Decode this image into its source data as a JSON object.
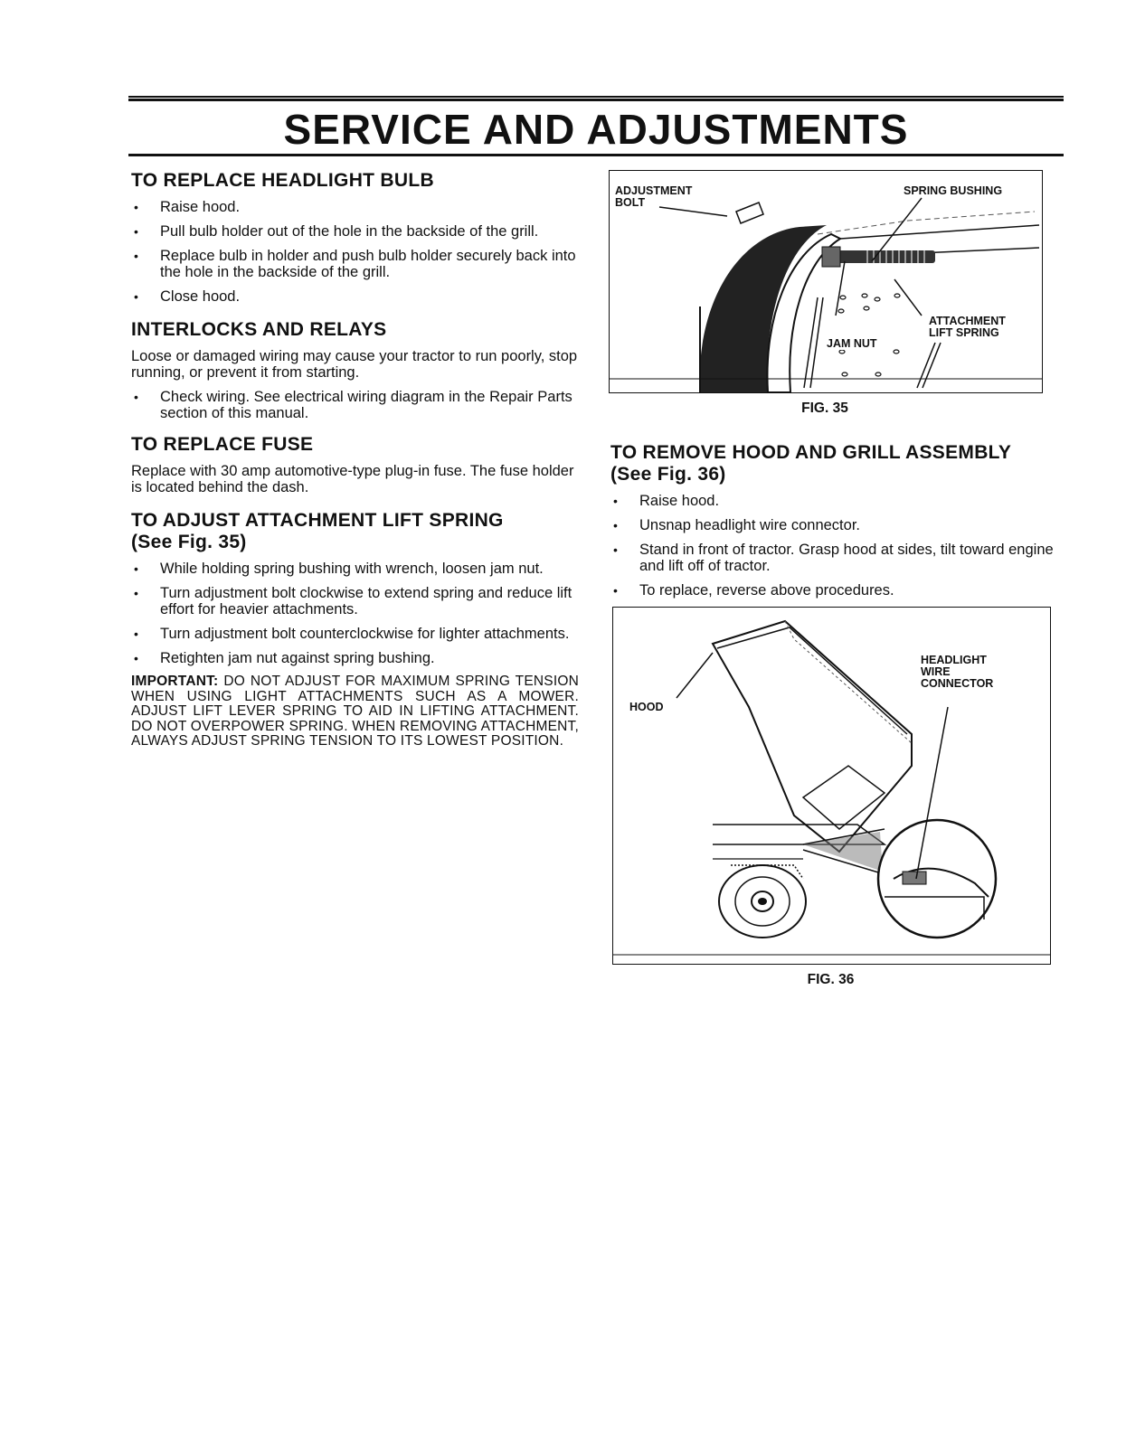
{
  "page_title": "SERVICE AND ADJUSTMENTS",
  "left": {
    "headlight": {
      "heading": "TO REPLACE HEADLIGHT BULB",
      "steps": [
        "Raise hood.",
        "Pull bulb holder out of the hole in the backside of the grill.",
        "Replace bulb in holder and push bulb holder securely back into the hole in the backside of the grill.",
        "Close hood."
      ]
    },
    "interlocks": {
      "heading": "INTERLOCKS AND RELAYS",
      "intro": "Loose or damaged wiring may cause your tractor to run poorly, stop running, or prevent it from starting.",
      "steps": [
        "Check wiring. See electrical wiring diagram in the Repair Parts section of this manual."
      ]
    },
    "fuse": {
      "heading": "TO REPLACE FUSE",
      "text": "Replace with 30 amp automotive-type plug-in fuse. The fuse holder is located behind the dash."
    },
    "spring": {
      "heading": "TO ADJUST ATTACHMENT LIFT SPRING",
      "subheading": "(See Fig. 35)",
      "steps": [
        "While holding spring bushing with wrench, loosen jam nut.",
        "Turn adjustment bolt clockwise to extend spring and reduce lift effort for heavier attachments.",
        "Turn adjustment bolt counterclockwise for lighter attachments.",
        "Retighten jam nut against spring bushing."
      ],
      "important_label": "IMPORTANT:",
      "important_text": "DO NOT ADJUST FOR MAXIMUM SPRING TENSION WHEN USING LIGHT ATTACHMENTS SUCH AS A MOWER. ADJUST LIFT LEVER SPRING TO AID IN LIFTING ATTACHMENT. DO NOT OVERPOWER SPRING. WHEN REMOVING ATTACHMENT, ALWAYS ADJUST SPRING TENSION TO ITS LOWEST POSITION."
    }
  },
  "right": {
    "fig35": {
      "caption": "FIG. 35",
      "labels": {
        "adjustment_bolt_1": "ADJUSTMENT",
        "adjustment_bolt_2": "BOLT",
        "spring_bushing": "SPRING BUSHING",
        "attachment_lift_spring_1": "ATTACHMENT",
        "attachment_lift_spring_2": "LIFT SPRING",
        "jam_nut": "JAM NUT"
      }
    },
    "hood": {
      "heading": "TO REMOVE HOOD AND GRILL ASSEMBLY",
      "subheading": "(See Fig. 36)",
      "steps": [
        "Raise hood.",
        "Unsnap headlight wire connector.",
        "Stand in front of tractor. Grasp hood at sides, tilt toward engine and lift off of tractor.",
        "To replace, reverse above procedures."
      ]
    },
    "fig36": {
      "caption": "FIG. 36",
      "labels": {
        "hood": "HOOD",
        "headlight_1": "HEADLIGHT",
        "headlight_2": "WIRE",
        "headlight_3": "CONNECTOR"
      }
    }
  }
}
